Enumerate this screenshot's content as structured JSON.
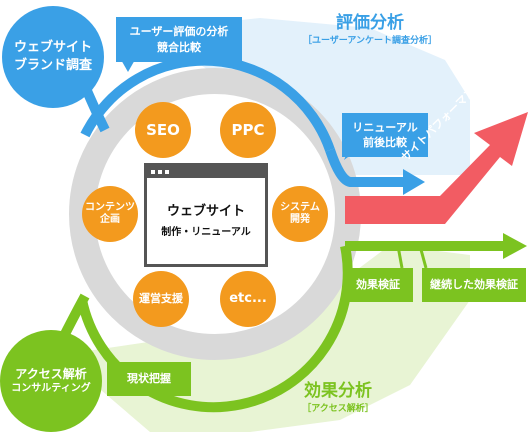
{
  "colors": {
    "blue": "#3aa0e6",
    "green": "#7cc320",
    "red": "#f25c63",
    "orange": "#f39a1e",
    "ring_gray": "#d9d9d9",
    "center_border": "#555555"
  },
  "top_left_circle": {
    "line1": "ウェブサイト",
    "line2": "ブランド調査"
  },
  "bottom_left_circle": {
    "line1": "アクセス解析",
    "line2": "コンサルティング"
  },
  "blue_box_top": {
    "line1": "ユーザー評価の分析",
    "line2": "競合比較"
  },
  "blue_box_right": {
    "line1": "リニューアル",
    "line2": "前後比較"
  },
  "evaluation": {
    "title": "評価分析",
    "subtitle": "［ユーザーアンケート調査分析］"
  },
  "effect": {
    "title": "効果分析",
    "subtitle": "［アクセス解析］"
  },
  "green_boxes": {
    "effect_check": "効果検証",
    "continuous_check": "継続した効果検証",
    "current_state": "現状把握"
  },
  "red_arrow_label": "サイトパフォーマンス向上",
  "center": {
    "title": "ウェブサイト",
    "subtitle": "制作・リニューアル"
  },
  "services": {
    "seo": "SEO",
    "ppc": "PPC",
    "content_line1": "コンテンツ",
    "content_line2": "企画",
    "system_line1": "システム",
    "system_line2": "開発",
    "operation": "運営支援",
    "etc": "etc..."
  }
}
